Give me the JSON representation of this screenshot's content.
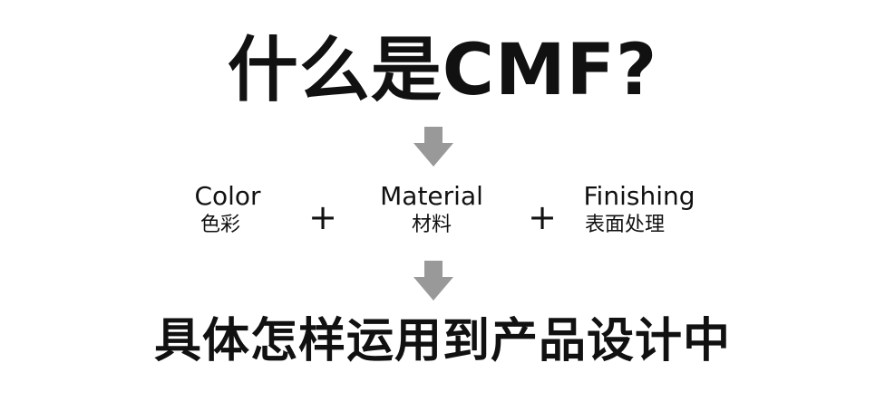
{
  "title": "什么是CMF?",
  "terms": [
    {
      "en": "Color",
      "zh": "色彩"
    },
    {
      "en": "Material",
      "zh": "材料"
    },
    {
      "en": "Finishing",
      "zh": "表面处理"
    }
  ],
  "operator": "+",
  "subtitle": "具体怎样运用到产品设计中",
  "colors": {
    "text": "#111111",
    "arrow": "#999999",
    "background": "#ffffff"
  },
  "icons": {
    "top_arrow": "arrow-down-icon",
    "bottom_arrow": "arrow-down-icon"
  }
}
